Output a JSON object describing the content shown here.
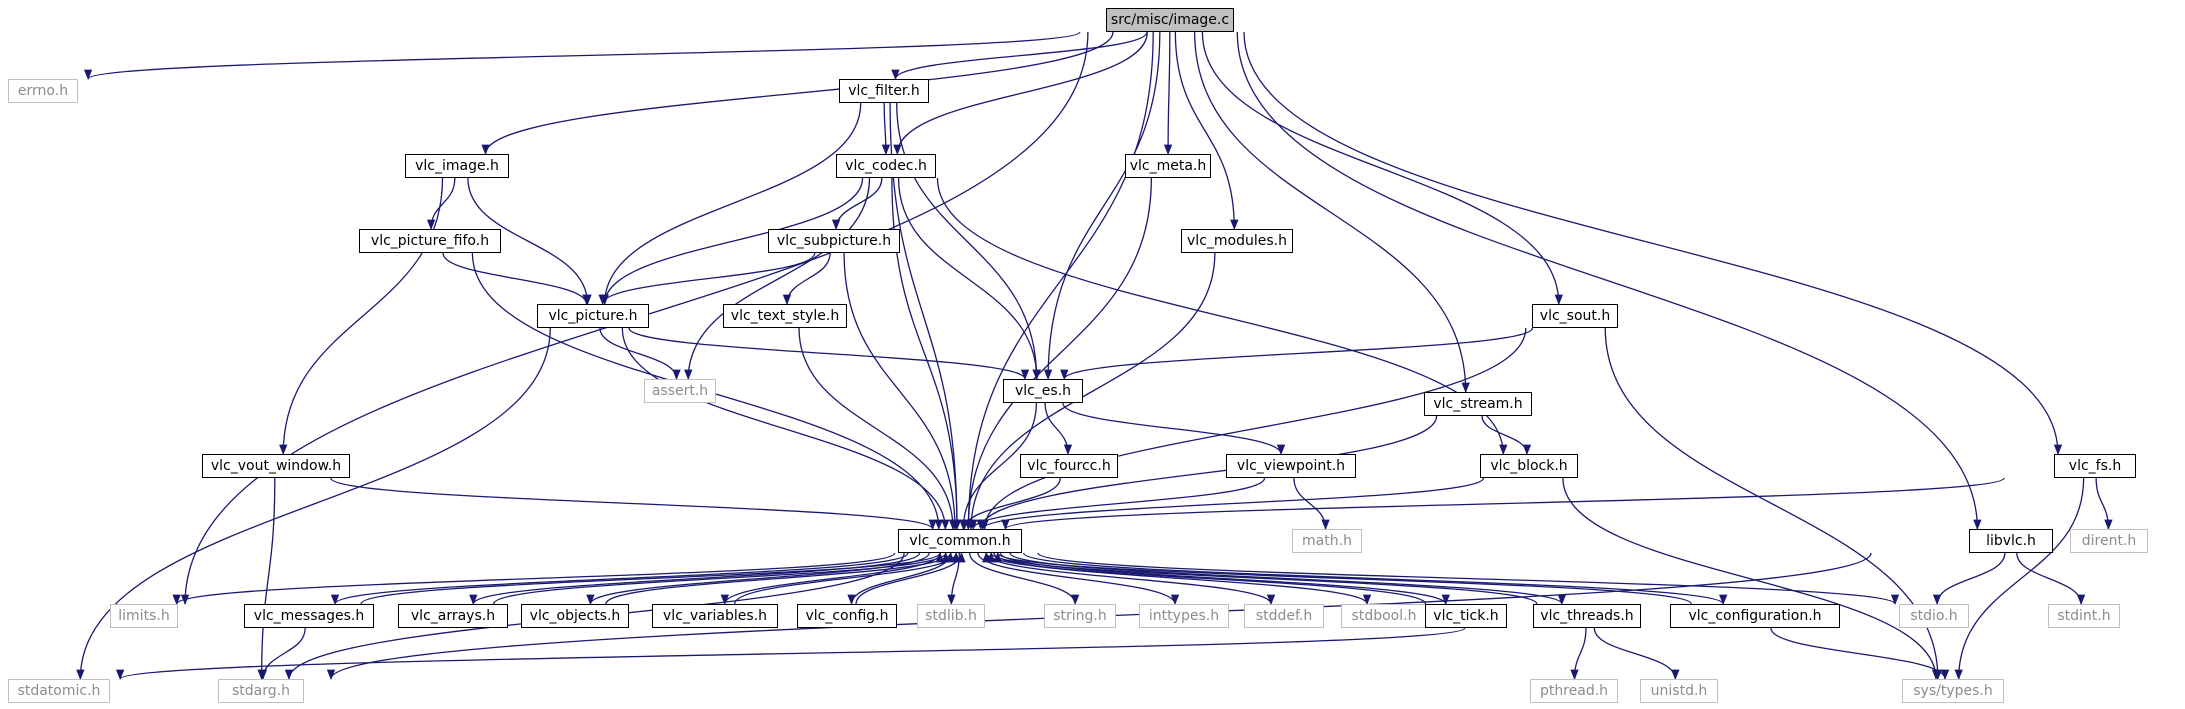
{
  "diagram": {
    "edge_color": "#191970",
    "nodes": [
      {
        "id": "image_c",
        "label": "src/misc/image.c",
        "kind": "root"
      },
      {
        "id": "errno",
        "label": "errno.h",
        "kind": "ext"
      },
      {
        "id": "vlc_filter",
        "label": "vlc_filter.h",
        "kind": "doc"
      },
      {
        "id": "vlc_image",
        "label": "vlc_image.h",
        "kind": "doc"
      },
      {
        "id": "vlc_codec",
        "label": "vlc_codec.h",
        "kind": "doc"
      },
      {
        "id": "vlc_meta",
        "label": "vlc_meta.h",
        "kind": "doc"
      },
      {
        "id": "vlc_picture_fifo",
        "label": "vlc_picture_fifo.h",
        "kind": "doc"
      },
      {
        "id": "vlc_subpicture",
        "label": "vlc_subpicture.h",
        "kind": "doc"
      },
      {
        "id": "vlc_modules",
        "label": "vlc_modules.h",
        "kind": "doc"
      },
      {
        "id": "vlc_picture",
        "label": "vlc_picture.h",
        "kind": "doc"
      },
      {
        "id": "vlc_text_style",
        "label": "vlc_text_style.h",
        "kind": "doc"
      },
      {
        "id": "vlc_sout",
        "label": "vlc_sout.h",
        "kind": "doc"
      },
      {
        "id": "assert",
        "label": "assert.h",
        "kind": "ext"
      },
      {
        "id": "vlc_es",
        "label": "vlc_es.h",
        "kind": "doc"
      },
      {
        "id": "vlc_stream",
        "label": "vlc_stream.h",
        "kind": "doc"
      },
      {
        "id": "vlc_vout_window",
        "label": "vlc_vout_window.h",
        "kind": "doc"
      },
      {
        "id": "vlc_fourcc",
        "label": "vlc_fourcc.h",
        "kind": "doc"
      },
      {
        "id": "vlc_viewpoint",
        "label": "vlc_viewpoint.h",
        "kind": "doc"
      },
      {
        "id": "vlc_block",
        "label": "vlc_block.h",
        "kind": "doc"
      },
      {
        "id": "vlc_fs",
        "label": "vlc_fs.h",
        "kind": "doc"
      },
      {
        "id": "math",
        "label": "math.h",
        "kind": "ext"
      },
      {
        "id": "dirent",
        "label": "dirent.h",
        "kind": "ext"
      },
      {
        "id": "vlc_common",
        "label": "vlc_common.h",
        "kind": "doc"
      },
      {
        "id": "libvlc",
        "label": "libvlc.h",
        "kind": "doc"
      },
      {
        "id": "limits",
        "label": "limits.h",
        "kind": "ext"
      },
      {
        "id": "vlc_messages",
        "label": "vlc_messages.h",
        "kind": "doc"
      },
      {
        "id": "vlc_arrays",
        "label": "vlc_arrays.h",
        "kind": "doc"
      },
      {
        "id": "vlc_objects",
        "label": "vlc_objects.h",
        "kind": "doc"
      },
      {
        "id": "vlc_variables",
        "label": "vlc_variables.h",
        "kind": "doc"
      },
      {
        "id": "vlc_config",
        "label": "vlc_config.h",
        "kind": "doc"
      },
      {
        "id": "stdlib",
        "label": "stdlib.h",
        "kind": "ext"
      },
      {
        "id": "string",
        "label": "string.h",
        "kind": "ext"
      },
      {
        "id": "inttypes",
        "label": "inttypes.h",
        "kind": "ext"
      },
      {
        "id": "stddef",
        "label": "stddef.h",
        "kind": "ext"
      },
      {
        "id": "stdbool",
        "label": "stdbool.h",
        "kind": "ext"
      },
      {
        "id": "vlc_tick",
        "label": "vlc_tick.h",
        "kind": "doc"
      },
      {
        "id": "vlc_threads",
        "label": "vlc_threads.h",
        "kind": "doc"
      },
      {
        "id": "vlc_configuration",
        "label": "vlc_configuration.h",
        "kind": "doc"
      },
      {
        "id": "stdio",
        "label": "stdio.h",
        "kind": "ext"
      },
      {
        "id": "stdint",
        "label": "stdint.h",
        "kind": "ext"
      },
      {
        "id": "stdatomic",
        "label": "stdatomic.h",
        "kind": "ext"
      },
      {
        "id": "stdarg",
        "label": "stdarg.h",
        "kind": "ext"
      },
      {
        "id": "pthread",
        "label": "pthread.h",
        "kind": "ext"
      },
      {
        "id": "unistd",
        "label": "unistd.h",
        "kind": "ext"
      },
      {
        "id": "sys_types",
        "label": "sys/types.h",
        "kind": "ext"
      }
    ],
    "edges": [
      [
        "image_c",
        "errno"
      ],
      [
        "image_c",
        "limits"
      ],
      [
        "image_c",
        "vlc_image"
      ],
      [
        "image_c",
        "vlc_filter"
      ],
      [
        "image_c",
        "vlc_codec"
      ],
      [
        "image_c",
        "vlc_es"
      ],
      [
        "image_c",
        "vlc_meta"
      ],
      [
        "image_c",
        "vlc_modules"
      ],
      [
        "image_c",
        "vlc_common"
      ],
      [
        "image_c",
        "vlc_stream"
      ],
      [
        "image_c",
        "vlc_sout"
      ],
      [
        "image_c",
        "libvlc"
      ],
      [
        "image_c",
        "vlc_fs"
      ],
      [
        "vlc_filter",
        "vlc_codec"
      ],
      [
        "vlc_filter",
        "vlc_es"
      ],
      [
        "vlc_filter",
        "vlc_picture"
      ],
      [
        "vlc_filter",
        "vlc_common"
      ],
      [
        "vlc_image",
        "vlc_picture_fifo"
      ],
      [
        "vlc_image",
        "vlc_picture"
      ],
      [
        "vlc_image",
        "vlc_vout_window"
      ],
      [
        "vlc_codec",
        "vlc_picture"
      ],
      [
        "vlc_codec",
        "vlc_subpicture"
      ],
      [
        "vlc_codec",
        "assert"
      ],
      [
        "vlc_codec",
        "vlc_es"
      ],
      [
        "vlc_codec",
        "vlc_common"
      ],
      [
        "vlc_codec",
        "vlc_block"
      ],
      [
        "vlc_picture_fifo",
        "vlc_picture"
      ],
      [
        "vlc_picture_fifo",
        "vlc_common"
      ],
      [
        "vlc_subpicture",
        "vlc_picture"
      ],
      [
        "vlc_subpicture",
        "vlc_text_style"
      ],
      [
        "vlc_subpicture",
        "vlc_common"
      ],
      [
        "vlc_picture",
        "assert"
      ],
      [
        "vlc_picture",
        "vlc_es"
      ],
      [
        "vlc_picture",
        "vlc_common"
      ],
      [
        "vlc_picture",
        "stdatomic"
      ],
      [
        "vlc_text_style",
        "vlc_common"
      ],
      [
        "vlc_meta",
        "vlc_common"
      ],
      [
        "vlc_modules",
        "vlc_common"
      ],
      [
        "vlc_sout",
        "vlc_es"
      ],
      [
        "vlc_sout",
        "vlc_common"
      ],
      [
        "vlc_sout",
        "sys_types"
      ],
      [
        "vlc_es",
        "vlc_fourcc"
      ],
      [
        "vlc_es",
        "vlc_viewpoint"
      ],
      [
        "vlc_es",
        "vlc_common"
      ],
      [
        "vlc_fourcc",
        "vlc_common"
      ],
      [
        "vlc_viewpoint",
        "vlc_common"
      ],
      [
        "vlc_viewpoint",
        "math"
      ],
      [
        "vlc_stream",
        "vlc_block"
      ],
      [
        "vlc_stream",
        "vlc_common"
      ],
      [
        "vlc_block",
        "vlc_common"
      ],
      [
        "vlc_block",
        "sys_types"
      ],
      [
        "vlc_vout_window",
        "vlc_common"
      ],
      [
        "vlc_vout_window",
        "stdarg"
      ],
      [
        "vlc_fs",
        "vlc_common"
      ],
      [
        "vlc_fs",
        "dirent"
      ],
      [
        "vlc_fs",
        "sys_types"
      ],
      [
        "libvlc",
        "stdio"
      ],
      [
        "libvlc",
        "stdint"
      ],
      [
        "libvlc",
        "stdarg"
      ],
      [
        "vlc_common",
        "limits"
      ],
      [
        "vlc_common",
        "stdarg"
      ],
      [
        "vlc_common",
        "vlc_messages"
      ],
      [
        "vlc_common",
        "vlc_arrays"
      ],
      [
        "vlc_common",
        "vlc_objects"
      ],
      [
        "vlc_common",
        "vlc_variables"
      ],
      [
        "vlc_common",
        "vlc_config"
      ],
      [
        "vlc_common",
        "stdlib"
      ],
      [
        "vlc_common",
        "string"
      ],
      [
        "vlc_common",
        "inttypes"
      ],
      [
        "vlc_common",
        "stddef"
      ],
      [
        "vlc_common",
        "stdbool"
      ],
      [
        "vlc_common",
        "vlc_tick"
      ],
      [
        "vlc_common",
        "vlc_threads"
      ],
      [
        "vlc_common",
        "vlc_configuration"
      ],
      [
        "vlc_common",
        "stdio"
      ],
      [
        "vlc_messages",
        "vlc_common"
      ],
      [
        "vlc_messages",
        "stdarg"
      ],
      [
        "vlc_arrays",
        "vlc_common"
      ],
      [
        "vlc_objects",
        "vlc_common"
      ],
      [
        "vlc_variables",
        "vlc_common"
      ],
      [
        "vlc_config",
        "vlc_common"
      ],
      [
        "vlc_tick",
        "vlc_common"
      ],
      [
        "vlc_threads",
        "vlc_common"
      ],
      [
        "vlc_threads",
        "pthread"
      ],
      [
        "vlc_threads",
        "unistd"
      ],
      [
        "vlc_threads",
        "stdatomic"
      ],
      [
        "vlc_configuration",
        "vlc_common"
      ],
      [
        "vlc_configuration",
        "sys_types"
      ]
    ]
  }
}
